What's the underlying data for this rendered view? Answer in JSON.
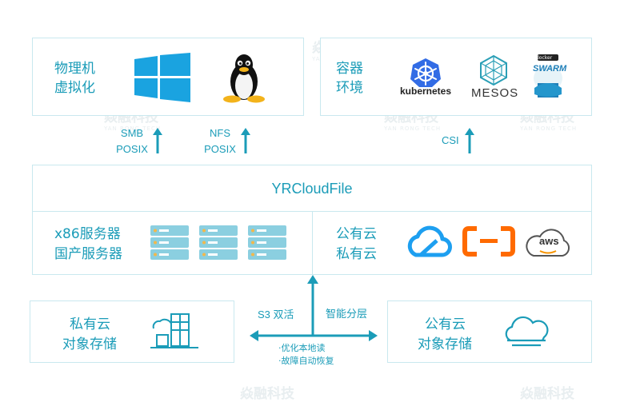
{
  "watermark": {
    "cn": "焱融科技",
    "en": "YAN RONG TECH"
  },
  "top_left": {
    "label_line1": "物理机",
    "label_line2": "虚拟化",
    "icons": [
      "windows-logo-icon",
      "linux-penguin-icon"
    ]
  },
  "top_right": {
    "label_line1": "容器",
    "label_line2": "环境",
    "kubernetes_label": "kubernetes",
    "mesos_label": "MESOS",
    "swarm_label": "SWARM",
    "swarm_badge": "docker"
  },
  "arrows_up": {
    "smb": "SMB",
    "posix1": "POSIX",
    "nfs": "NFS",
    "posix2": "POSIX",
    "csi": "CSI"
  },
  "main": {
    "title": "YRCloudFile",
    "left_line1": "x86服务器",
    "left_line2": "国产服务器",
    "right_line1": "公有云",
    "right_line2": "私有云",
    "aliyun_label": "[–]",
    "aws_label": "aws"
  },
  "middle": {
    "left_label": "S3 双活",
    "right_label": "智能分层",
    "note1": "·优化本地读",
    "note2": "·故障自动恢复"
  },
  "bottom_left": {
    "line1": "私有云",
    "line2": "对象存储"
  },
  "bottom_right": {
    "line1": "公有云",
    "line2": "对象存储"
  },
  "colors": {
    "accent": "#1b9cb8",
    "border": "#c9e8ef",
    "windows": "#1aa3e0",
    "kubernetes": "#326ce5",
    "aliyun": "#ff6a00"
  }
}
